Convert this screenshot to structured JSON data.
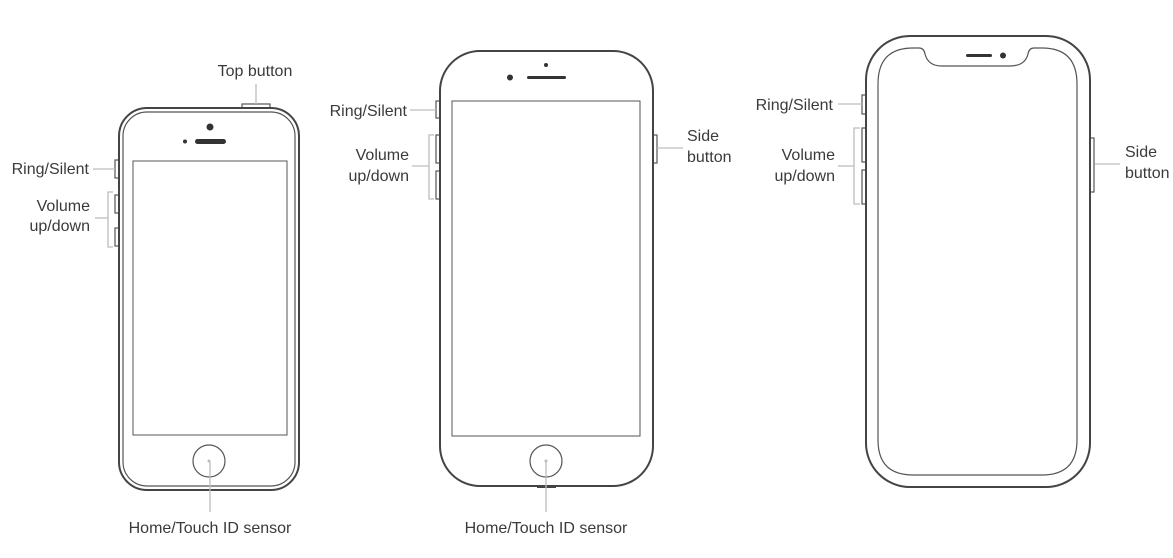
{
  "diagram": {
    "phones": [
      {
        "model_style": "home-button-small",
        "labels": {
          "top_button": "Top button",
          "ring_silent": "Ring/Silent",
          "volume_line1": "Volume",
          "volume_line2": "up/down",
          "home": "Home/Touch ID sensor"
        }
      },
      {
        "model_style": "home-button-large",
        "labels": {
          "ring_silent": "Ring/Silent",
          "volume_line1": "Volume",
          "volume_line2": "up/down",
          "side_line1": "Side",
          "side_line2": "button",
          "home": "Home/Touch ID sensor"
        }
      },
      {
        "model_style": "face-id-notch",
        "labels": {
          "ring_silent": "Ring/Silent",
          "volume_line1": "Volume",
          "volume_line2": "up/down",
          "side_line1": "Side",
          "side_line2": "button"
        }
      }
    ]
  }
}
